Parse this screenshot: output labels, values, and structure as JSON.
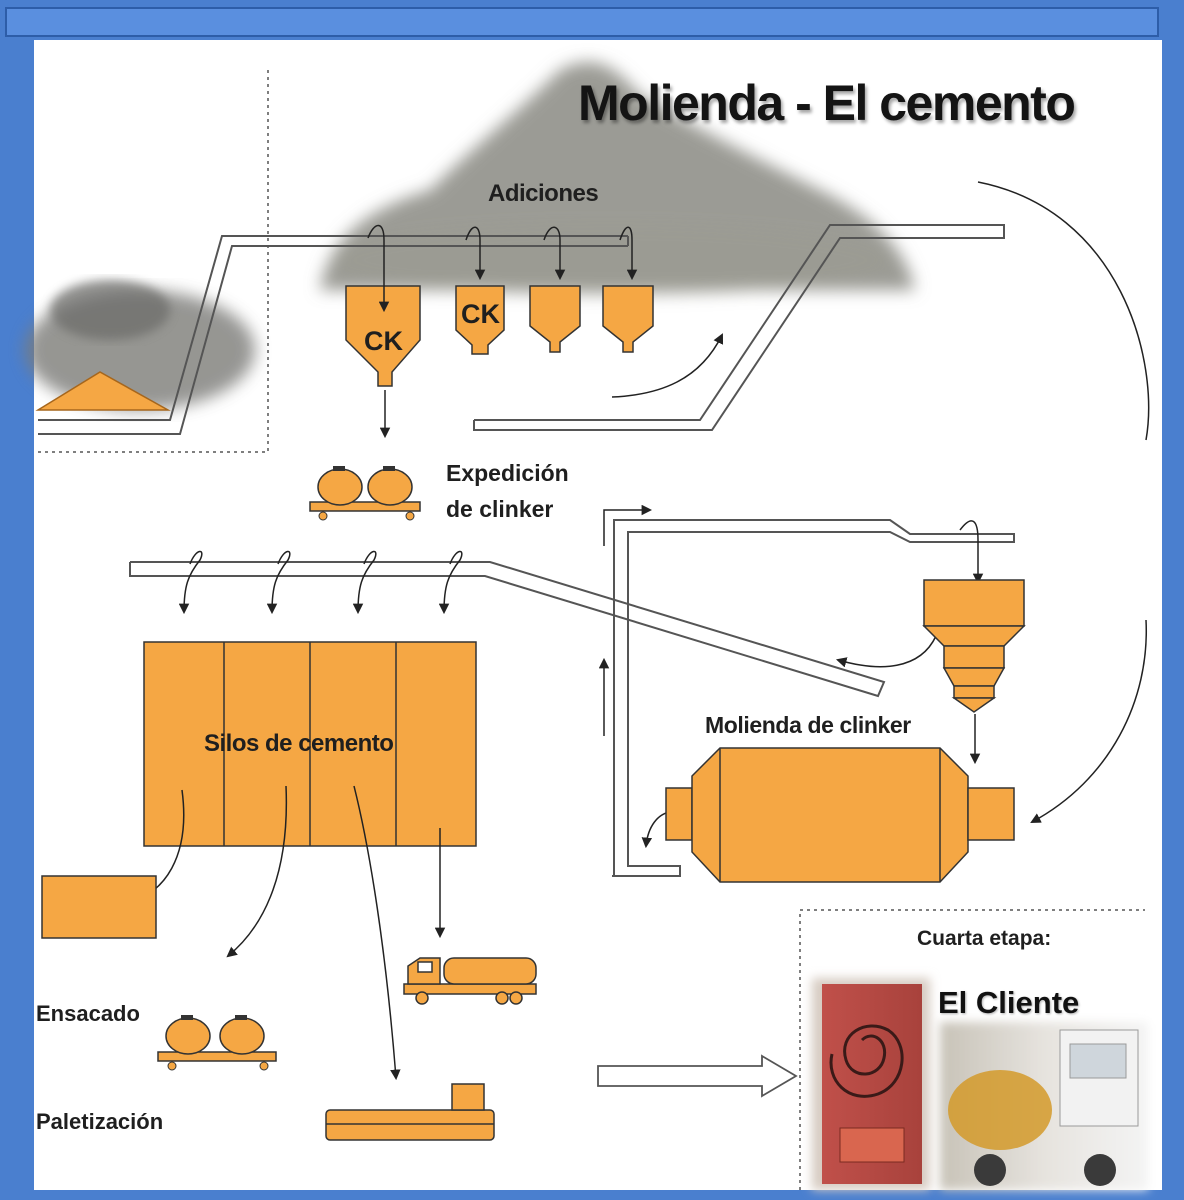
{
  "diagram": {
    "title": "Molienda - El cemento",
    "additions_label": "Adiciones",
    "hopper_labels": [
      "CK",
      "CK"
    ],
    "clinker_dispatch_line1": "Expedición",
    "clinker_dispatch_line2": "de clinker",
    "silos_label": "Silos de cemento",
    "mill_label": "Molienda de clinker",
    "bagging_label": "Ensacado",
    "palletizing_label": "Paletización",
    "stage_label": "Cuarta etapa:",
    "customer_label": "El Cliente"
  },
  "colors": {
    "frame_blue": "#4a7fcf",
    "equipment_orange": "#f5a744",
    "outline": "#333333",
    "dust_gray": "#8a8a82"
  }
}
